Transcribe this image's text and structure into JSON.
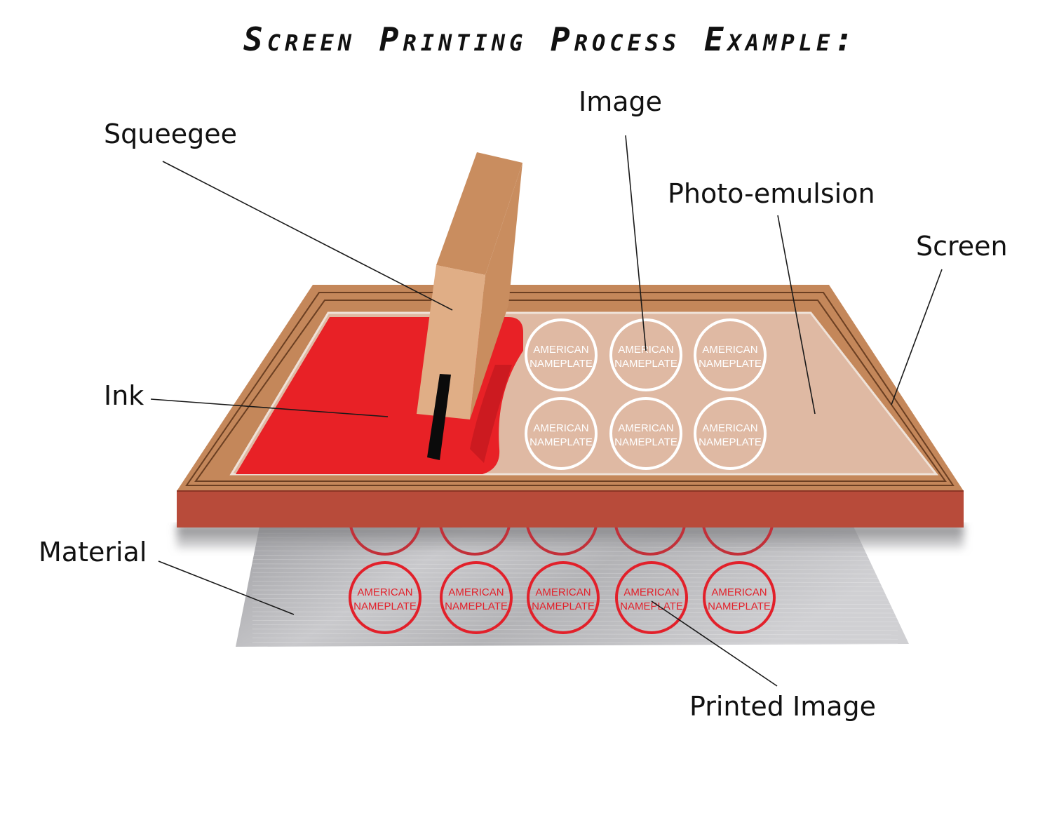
{
  "title": "Screen Printing Process Example:",
  "labels": {
    "squeegee": "Squeegee",
    "image": "Image",
    "photo_emulsion": "Photo-emulsion",
    "screen": "Screen",
    "ink": "Ink",
    "material": "Material",
    "printed_image": "Printed Image"
  },
  "stamp": {
    "line1": "AMERICAN",
    "line2": "NAMEPLATE"
  },
  "colors": {
    "frame": "#c4875a",
    "frame_front": "#b84b3a",
    "emulsion": "#dfb9a3",
    "ink": "#e82126",
    "squeegee_face": "#e0ae86",
    "squeegee_side": "#c98d5f",
    "blade": "#0b0b0b",
    "material": "#b8b8bb",
    "print": "#e2202a"
  }
}
